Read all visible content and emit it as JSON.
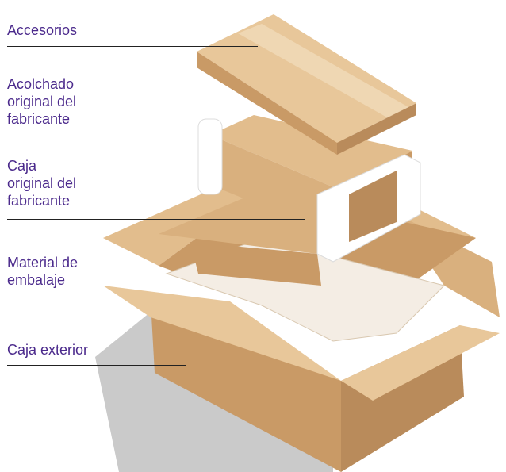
{
  "colors": {
    "label_text": "#4b2a8c",
    "cardboard_light": "#e8c79a",
    "cardboard_mid": "#d9b07e",
    "cardboard_dark": "#b98b5b",
    "foam": "#ffffff",
    "shadow": "#bdbdbd"
  },
  "labels": {
    "accessories": "Accesorios",
    "padding": "Acolchado\noriginal del\nfabricante",
    "original_box": "Caja\noriginal del\nfabricante",
    "packing_material": "Material de\nembalaje",
    "outer_box": "Caja exterior"
  }
}
